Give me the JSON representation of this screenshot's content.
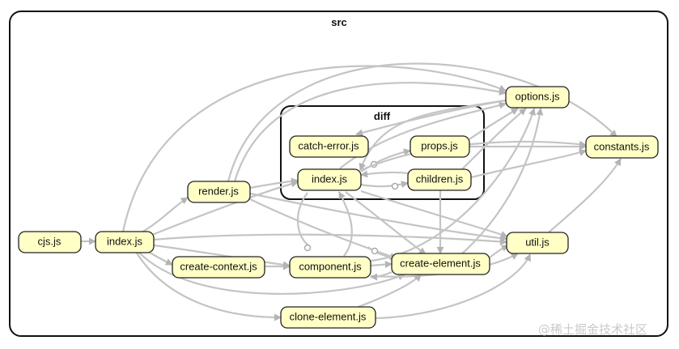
{
  "clusters": {
    "src": {
      "title": "src"
    },
    "diff": {
      "title": "diff"
    }
  },
  "nodes": {
    "cjs": "cjs.js",
    "index": "index.js",
    "render": "render.js",
    "create_context": "create-context.js",
    "component": "component.js",
    "clone_element": "clone-element.js",
    "create_element": "create-element.js",
    "util": "util.js",
    "options": "options.js",
    "constants": "constants.js",
    "diff_catch_error": "catch-error.js",
    "diff_index": "index.js",
    "diff_props": "props.js",
    "diff_children": "children.js"
  },
  "watermark": "@稀土掘金技术社区",
  "colors": {
    "node_fill": "#ffffc6",
    "edge": "#c4c4c4",
    "border": "#111111"
  }
}
